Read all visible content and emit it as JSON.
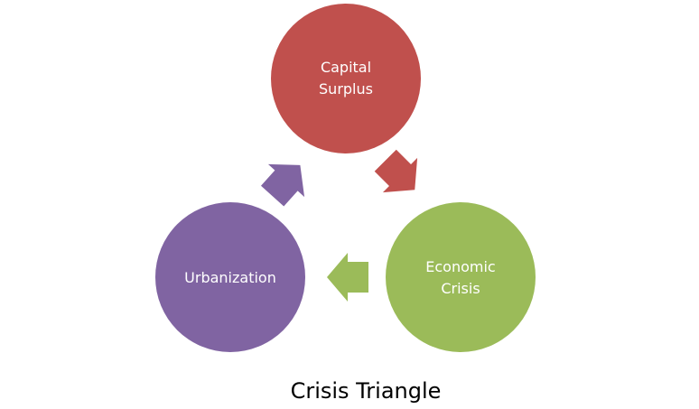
{
  "title": "Crisis Triangle",
  "nodes": [
    {
      "id": "capital-surplus",
      "lines": [
        "Capital",
        "Surplus"
      ],
      "color": "#C0504D"
    },
    {
      "id": "economic-crisis",
      "lines": [
        "Economic",
        "Crisis"
      ],
      "color": "#9BBB59"
    },
    {
      "id": "urbanization",
      "lines": [
        "Urbanization"
      ],
      "color": "#8064A2"
    }
  ],
  "edges": [
    {
      "from": "capital-surplus",
      "to": "economic-crisis",
      "color": "#C0504D"
    },
    {
      "from": "economic-crisis",
      "to": "urbanization",
      "color": "#9BBB59"
    },
    {
      "from": "urbanization",
      "to": "capital-surplus",
      "color": "#8064A2"
    }
  ]
}
